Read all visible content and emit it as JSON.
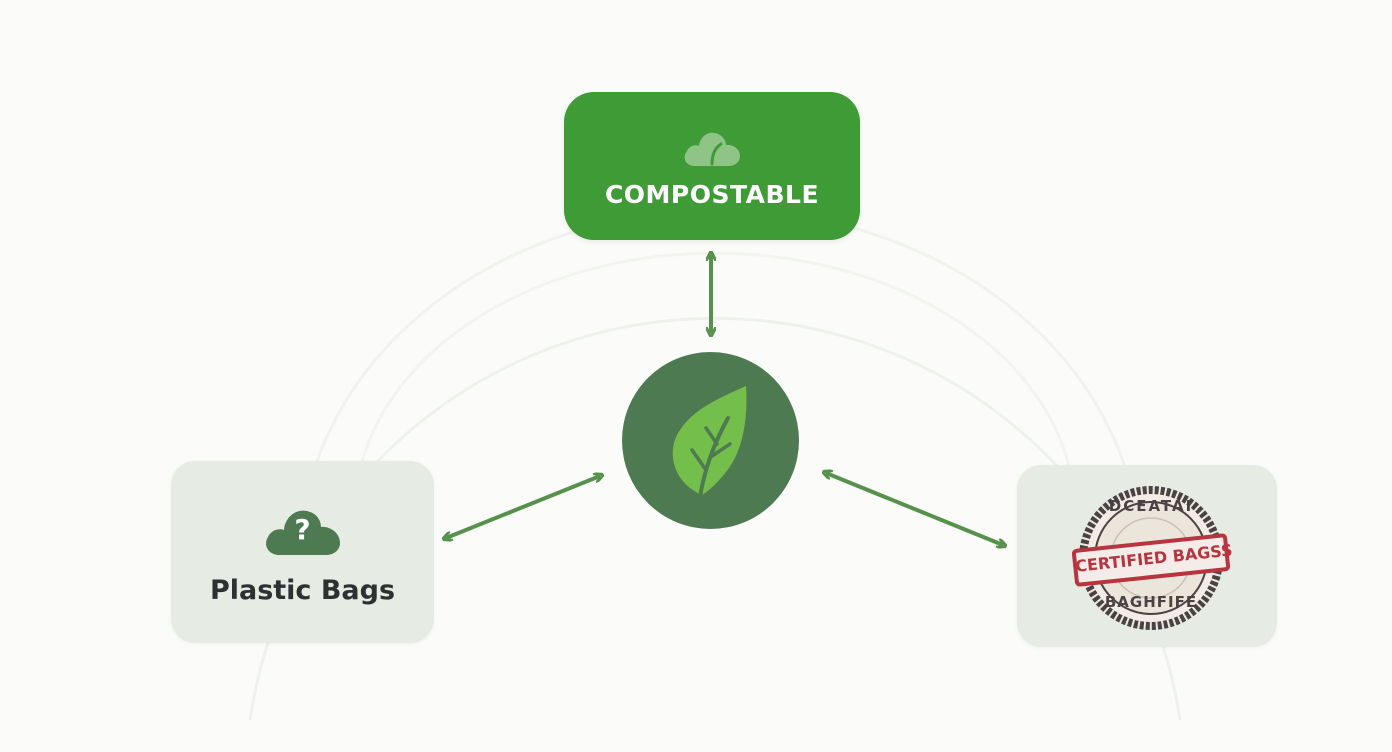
{
  "colors": {
    "background": "#fbfcfa",
    "primary_green": "#3e9b35",
    "hub_green": "#4e7a52",
    "leaf_green": "#74bf4c",
    "arrow_green": "#56924c",
    "box_light": "#e6ece4",
    "icon_dark": "#4e7a52",
    "stamp_red": "#b8343f",
    "stamp_dark": "#4b4343"
  },
  "top_node": {
    "label": "COMPOSTABLE",
    "icon": "cloud-leaf-icon"
  },
  "center_node": {
    "icon": "leaf-icon"
  },
  "left_node": {
    "label": "Plastic Bags",
    "icon": "cloud-question-icon",
    "icon_glyph": "?"
  },
  "right_node": {
    "icon": "certified-stamp-icon",
    "stamp_top": "DCEATAI",
    "stamp_banner": "CERTIFIED BAGSS",
    "stamp_bottom": "BAGHFIFE"
  }
}
